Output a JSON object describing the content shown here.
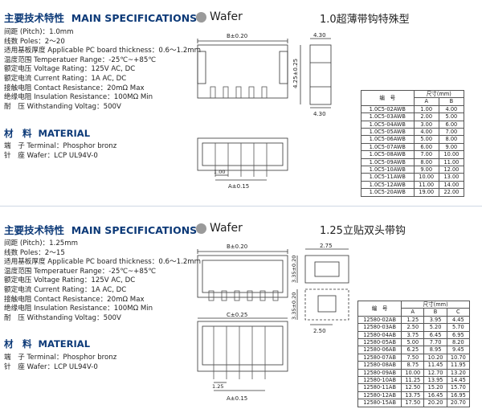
{
  "sections": [
    {
      "spec_heading_cn": "主要技术特性",
      "spec_heading_en": "MAIN SPECIFICATIONS",
      "specs": [
        "间距 (Pitch)：1.0mm",
        "线数 Poles：2～20",
        "适用基板厚度 Applicable PC board thickness：0.6～1.2mm",
        "温度范围 Temperatuer Range：-25℃~+85℃",
        "额定电压 Voltage Rating：125V AC, DC",
        "额定电流 Current Rating：1A AC, DC",
        "接触电阻 Contact Resistance：20mΩ Max",
        "绝缘电阻 Insulation Resistance：100MΩ Min",
        "耐　压 Withstanding Voltag：500V"
      ],
      "material_heading_cn": "材　料",
      "material_heading_en": "MATERIAL",
      "materials": [
        "端　子 Terminal：Phosphor bronz",
        "针　座 Wafer：LCP UL94V-0"
      ],
      "wafer_label": "Wafer",
      "product_title": "1.0超薄带钩特殊型",
      "dims": {
        "b": "B±0.20",
        "w": "4.30",
        "h": "4.25±0.25",
        "w2": "4.30",
        "a": "A±0.15",
        "p": "1.00"
      },
      "table": {
        "col_code": "编　号",
        "col_size": "尺寸(mm)",
        "col_a": "A",
        "col_b": "B",
        "rows": [
          [
            "1.0C5-02AWB",
            "1.00",
            "4.00"
          ],
          [
            "1.0C5-03AWB",
            "2.00",
            "5.00"
          ],
          [
            "1.0C5-04AWB",
            "3.00",
            "6.00"
          ],
          [
            "1.0C5-05AWB",
            "4.00",
            "7.00"
          ],
          [
            "1.0C5-06AWB",
            "5.00",
            "8.00"
          ],
          [
            "1.0C5-07AWB",
            "6.00",
            "9.00"
          ],
          [
            "1.0C5-08AWB",
            "7.00",
            "10.00"
          ],
          [
            "1.0C5-09AWB",
            "8.00",
            "11.00"
          ],
          [
            "1.0C5-10AWB",
            "9.00",
            "12.00"
          ],
          [
            "1.0C5-11AWB",
            "10.00",
            "13.00"
          ],
          [
            "1.0C5-12AWB",
            "11.00",
            "14.00"
          ],
          [
            "1.0C5-20AWB",
            "19.00",
            "22.00"
          ]
        ]
      }
    },
    {
      "spec_heading_cn": "主要技术特性",
      "spec_heading_en": "MAIN SPECIFICATIONS",
      "specs": [
        "间距 (Pitch)：1.25mm",
        "线数 Poles：2～15",
        "适用基板厚度 Applicable PC board thickness：0.6～1.2mm",
        "温度范围 Temperatuer Range：-25℃~+85℃",
        "额定电压 Voltage Rating：125V AC, DC",
        "额定电流 Current Rating：1A AC, DC",
        "接触电阻 Contact Resistance：20mΩ Max",
        "绝缘电阻 Insulation Resistance：100MΩ Min",
        "耐　压 Withstanding Voltag：500V"
      ],
      "material_heading_cn": "材　料",
      "material_heading_en": "MATERIAL",
      "materials": [
        "端　子 Terminal：Phosphor bronz",
        "针　座 Wafer：LCP UL94V-0"
      ],
      "wafer_label": "Wafer",
      "product_title": "1.25立贴双头带钩",
      "dims": {
        "b": "B±0.20",
        "w": "2.75",
        "h": "3.35±0.20",
        "w2": "2.50",
        "h2": "3.35±0.20",
        "c": "C±0.25",
        "a": "A±0.15",
        "p": "1.25"
      },
      "table": {
        "col_code": "编　号",
        "col_size": "尺寸(mm)",
        "col_a": "A",
        "col_b": "B",
        "col_c": "C",
        "rows": [
          [
            "12580-02AB",
            "1.25",
            "3.95",
            "4.45"
          ],
          [
            "12580-03AB",
            "2.50",
            "5.20",
            "5.70"
          ],
          [
            "12580-04AB",
            "3.75",
            "6.45",
            "6.95"
          ],
          [
            "12580-05AB",
            "5.00",
            "7.70",
            "8.20"
          ],
          [
            "12580-06AB",
            "6.25",
            "8.95",
            "9.45"
          ],
          [
            "12580-07AB",
            "7.50",
            "10.20",
            "10.70"
          ],
          [
            "12580-08AB",
            "8.75",
            "11.45",
            "11.95"
          ],
          [
            "12580-09AB",
            "10.00",
            "12.70",
            "13.20"
          ],
          [
            "12580-10AB",
            "11.25",
            "13.95",
            "14.45"
          ],
          [
            "12580-11AB",
            "12.50",
            "15.20",
            "15.70"
          ],
          [
            "12580-12AB",
            "13.75",
            "16.45",
            "16.95"
          ],
          [
            "12580-15AB",
            "17.50",
            "20.20",
            "20.70"
          ]
        ]
      }
    }
  ]
}
